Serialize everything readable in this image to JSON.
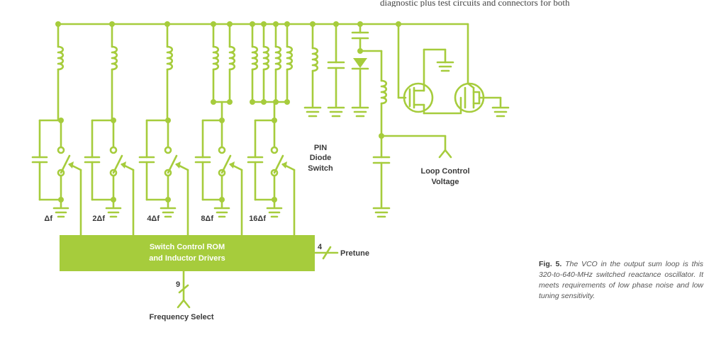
{
  "header_text_fragment": "diagnostic plus test circuits and connectors for both",
  "diagram": {
    "rom_box": {
      "line1": "Switch Control ROM",
      "line2": "and Inductor Drivers"
    },
    "stage_labels": [
      "Δf",
      "2Δf",
      "4Δf",
      "8Δf",
      "16Δf"
    ],
    "pin_diode_label": [
      "PIN",
      "Diode",
      "Switch"
    ],
    "loop_control_label": [
      "Loop Control",
      "Voltage"
    ],
    "pretune": {
      "label": "Pretune",
      "bus_width": "4"
    },
    "frequency_select": {
      "label": "Frequency Select",
      "bus_width": "9"
    }
  },
  "caption": {
    "figure": "Fig. 5.",
    "text": "The VCO in the output sum loop is this 320-to-640-MHz switched reactance oscillator. It meets requirements of low phase noise and low tuning sensitivity."
  },
  "colors": {
    "circuit": "#a6cc3c",
    "box_fill": "#a6cc3c",
    "label_text": "#3a3a3a"
  }
}
